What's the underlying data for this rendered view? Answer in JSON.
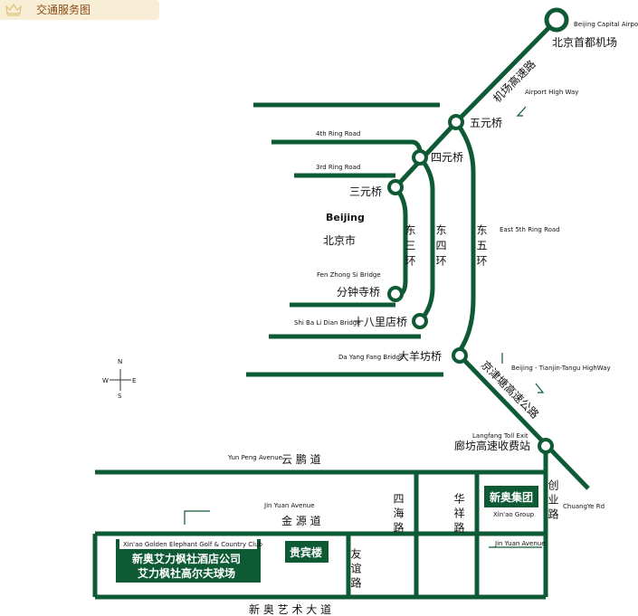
{
  "header": {
    "title": "交通服务图"
  },
  "colors": {
    "road": "#0d5a35",
    "header_bg": "#f7eed5",
    "header_text": "#8a4a17",
    "box": "#0d5a35"
  },
  "compass": {
    "north": "N",
    "south": "S",
    "east": "E",
    "west": "W"
  },
  "airport": {
    "en": "Beijing Capital Airport",
    "cn": "北京首都机场"
  },
  "roads": {
    "airport_expressway_cn": "机场高速路",
    "airport_highway_en": "Airport High Way",
    "ring4_en": "4th Ring Road",
    "ring3_en": "3rd Ring Road",
    "east5_en": "East 5th Ring Road",
    "east3_cn": "东三环",
    "east4_cn": "东四环",
    "east5_cn": "东五环",
    "jingjintang_en": "Beijing - Tianjin-Tangu HighWay",
    "jingjintang_cn": "京津塘高速公路"
  },
  "bridges": {
    "wuyuan_cn": "五元桥",
    "siyuan_cn": "四元桥",
    "sanyuan_cn": "三元桥",
    "fenzhongsi_en": "Fen Zhong Si Bridge",
    "fenzhongsi_cn": "分钟寺桥",
    "shibali_en": "Shi Ba Li Dian Bridge",
    "shibali_cn": "十八里店桥",
    "dayangfang_en": "Da Yang Fang Bridge",
    "dayangfang_cn": "大羊坊桥"
  },
  "city": {
    "en": "Beijing",
    "cn": "北京市"
  },
  "toll": {
    "en": "Langfang Toll Exit",
    "cn": "廊坊高速收费站"
  },
  "local": {
    "yunpeng_en": "Yun Peng Avenue",
    "yunpeng_cn": "云 鹏 道",
    "jinyuan_en": "Jin Yuan Avenue",
    "jinyuan_cn": "金 源 道",
    "jinyuan2_en": "Jin Yuan Avenue",
    "sihai_cn": "四海路",
    "huaxiang_cn": "华祥路",
    "chuangye_cn": "创业路",
    "chuangye_en": "ChuangYe Rd",
    "youyi_cn": "友谊路",
    "xinao_art_cn": "新 奥 艺 术 大 道"
  },
  "places": {
    "xinao_group_cn": "新奥集团",
    "xinao_group_en": "Xin'ao Group",
    "guibin_cn": "贵宾楼",
    "golf_en": "Xin'ao Golden Elephant Golf & Country Club",
    "golf_cn_1": "新奥艾力枫社酒店公司",
    "golf_cn_2": "艾力枫社高尔夫球场"
  }
}
